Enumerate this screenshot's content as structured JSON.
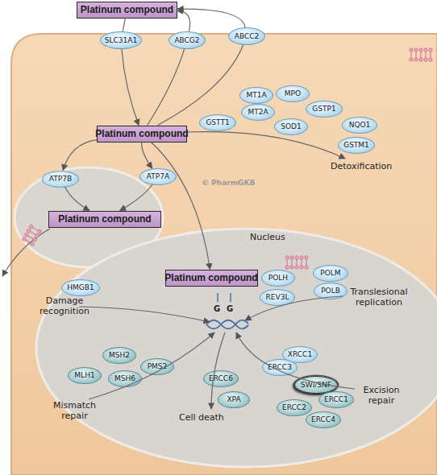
{
  "diagram": {
    "nodes": [
      {
        "text": [
          "Platinum compound"
        ]
      },
      {
        "text": [
          "SLC31A1"
        ]
      },
      {
        "text": [
          "ABCG2"
        ]
      },
      {
        "text": [
          "ABCC2"
        ]
      },
      {
        "text": [
          "MT1A"
        ]
      },
      {
        "text": [
          "MPO"
        ]
      },
      {
        "text": [
          "MT2A"
        ]
      },
      {
        "text": [
          "GSTP1"
        ]
      },
      {
        "text": [
          "Platinum compound"
        ]
      },
      {
        "text": [
          "GSTT1"
        ]
      },
      {
        "text": [
          "SOD1"
        ]
      },
      {
        "text": [
          "NQO1"
        ]
      },
      {
        "text": [
          "GSTM1"
        ]
      },
      {
        "text": [
          "ATP7B"
        ]
      },
      {
        "text": [
          "ATP7A"
        ]
      },
      {
        "text": [
          "Platinum compound"
        ]
      },
      {
        "text": [
          "Nucleus"
        ]
      },
      {
        "text": [
          "Platinum compound"
        ],
        "in": 16
      },
      {
        "text": [
          "POLM"
        ],
        "in": 16
      },
      {
        "text": [
          "POLH"
        ],
        "in": 16
      },
      {
        "text": [
          "POLB"
        ],
        "in": 16
      },
      {
        "text": [
          "HMGB1"
        ],
        "in": 16
      },
      {
        "text": [
          "REV3L"
        ],
        "in": 16
      },
      {
        "text": [
          "MSH2"
        ],
        "in": 16
      },
      {
        "text": [
          "PMS2"
        ],
        "in": 16
      },
      {
        "text": [
          "XRCC1"
        ],
        "in": 16
      },
      {
        "text": [
          "ERCC3"
        ],
        "in": 16
      },
      {
        "text": [
          "MLH1"
        ],
        "in": 16
      },
      {
        "text": [
          "MSH6"
        ],
        "in": 16
      },
      {
        "text": [
          "ERCC6"
        ],
        "in": 16
      },
      {
        "text": [
          "SWI/SNF"
        ],
        "in": 16
      },
      {
        "text": [
          "XPA"
        ],
        "in": 16
      },
      {
        "text": [
          "ERCC1"
        ],
        "in": 16
      },
      {
        "text": [
          "ERCC2"
        ],
        "in": 16
      },
      {
        "text": [
          "ERCC4"
        ],
        "in": 16
      }
    ],
    "edges": [
      {
        "from": 0,
        "to": 1,
        "arrow": "none"
      },
      {
        "from": 1,
        "to": 8,
        "arrow": "to"
      },
      {
        "from": 8,
        "to": 2,
        "arrow": "none"
      },
      {
        "from": 8,
        "to": 3,
        "arrow": "none"
      },
      {
        "from": 2,
        "to": 0,
        "arrow": "to"
      },
      {
        "from": 3,
        "to": 0,
        "arrow": "to"
      },
      {
        "from": 8,
        "to": 13,
        "arrow": "to"
      },
      {
        "from": 8,
        "to": 14,
        "arrow": "to"
      },
      {
        "from": 13,
        "to": 15,
        "arrow": "to"
      },
      {
        "from": 14,
        "to": 15,
        "arrow": "to"
      },
      {
        "from": 8,
        "to": 17,
        "arrow": "to"
      }
    ],
    "labels": [
      "Detoxification",
      "© PharmGKB",
      "Damage recognition",
      "Translesional replication",
      "G",
      "G",
      "Mismatch repair",
      "Excision repair",
      "Cell death"
    ]
  }
}
